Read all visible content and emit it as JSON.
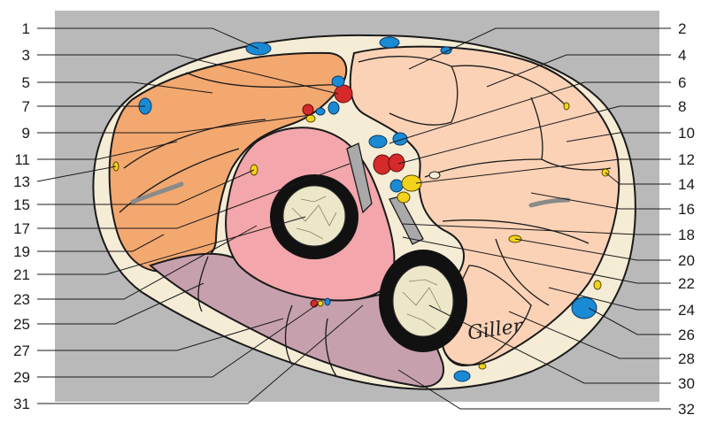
{
  "figure": {
    "left_labels": [
      "1",
      "3",
      "5",
      "7",
      "9",
      "11",
      "13",
      "15",
      "17",
      "19",
      "21",
      "23",
      "25",
      "27",
      "29",
      "31"
    ],
    "right_labels": [
      "2",
      "4",
      "6",
      "8",
      "10",
      "12",
      "14",
      "16",
      "18",
      "20",
      "22",
      "24",
      "26",
      "28",
      "30",
      "32"
    ],
    "signature": "Giller"
  },
  "colors": {
    "panel_background": "#b9b9b9",
    "skin_fat": "#f5ecd6",
    "quadriceps_peach": "#fbd2b6",
    "gluteal_orange": "#f3a870",
    "adductor_pink": "#f3a6ab",
    "hamstring_mauve": "#c7a0ae",
    "vein_blue": "#1a8ad4",
    "artery_red": "#d62a2a",
    "nerve_yellow": "#f3d21c",
    "bone_cream": "#ece7c8"
  }
}
